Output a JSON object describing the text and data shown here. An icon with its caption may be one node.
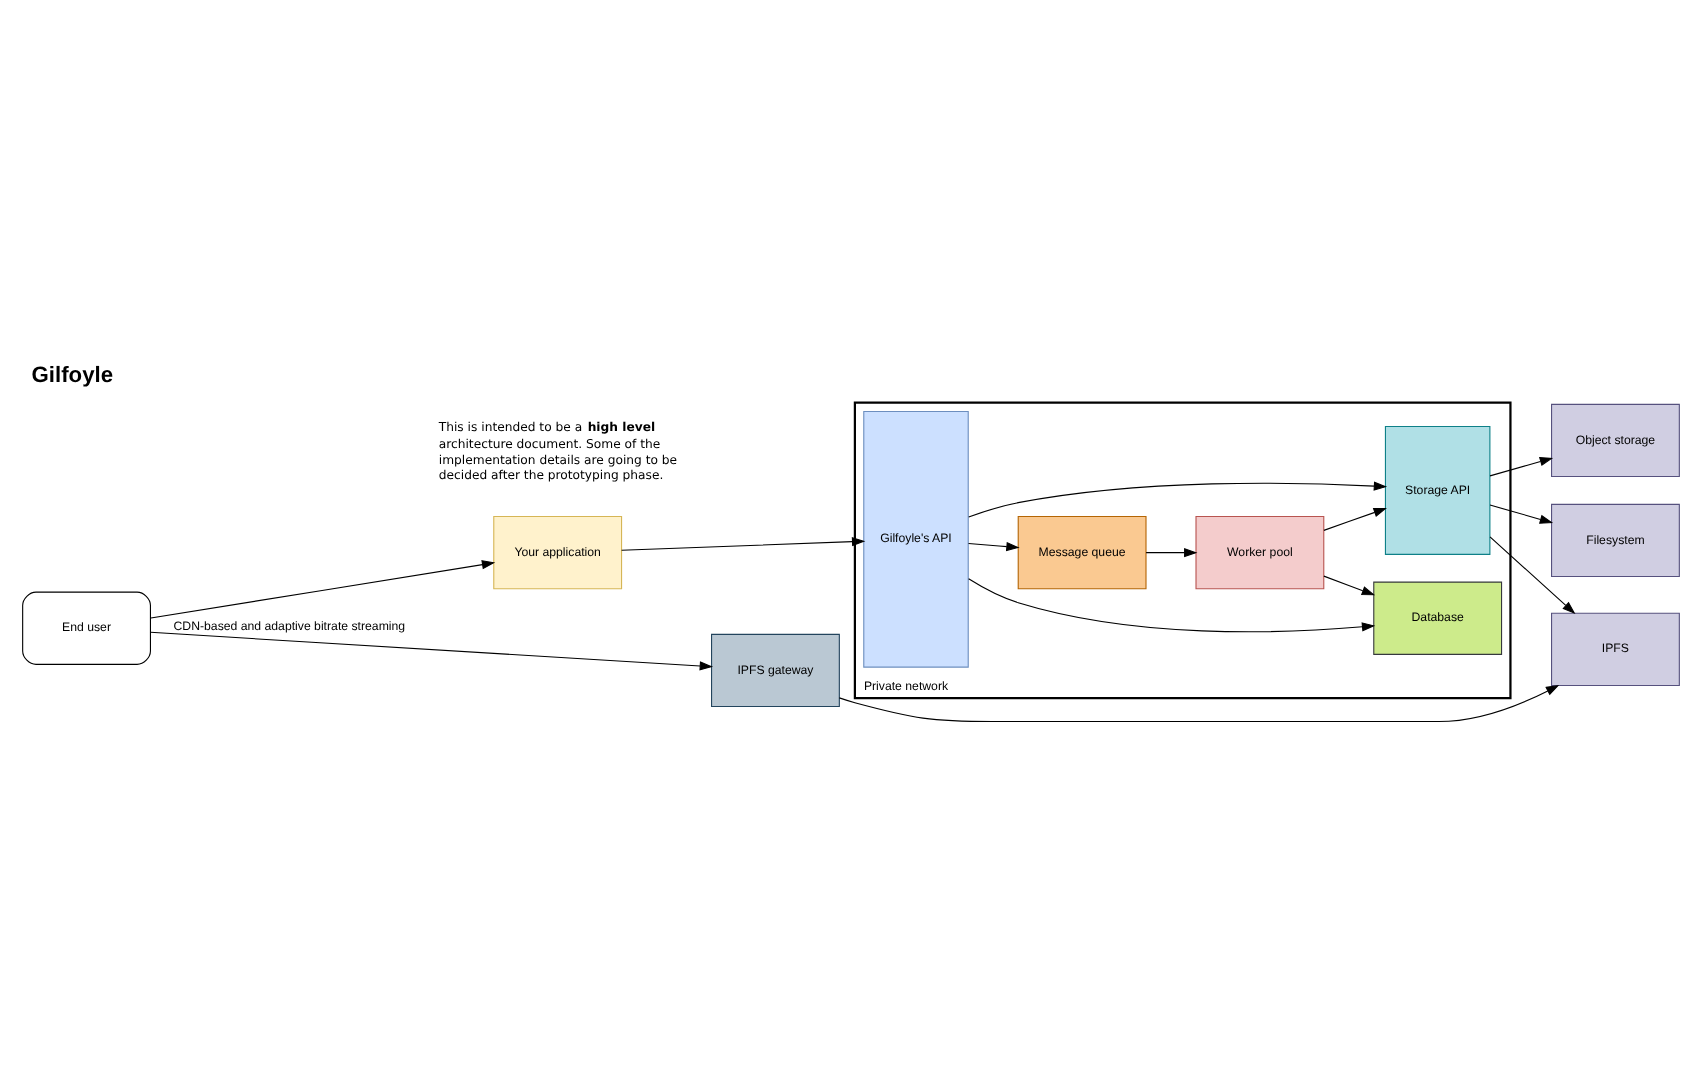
{
  "diagram": {
    "title": "Gilfoyle",
    "nodes": [
      {
        "text": [
          "Private network"
        ]
      },
      {
        "text": [
          "End user"
        ]
      },
      {
        "text": [
          "Your application"
        ]
      },
      {
        "text": [
          "Gilfoyle's API"
        ],
        "in": 0
      },
      {
        "text": [
          "Message queue"
        ],
        "in": 0
      },
      {
        "text": [
          "Worker pool"
        ],
        "in": 0
      },
      {
        "text": [
          "Database"
        ],
        "in": 0
      },
      {
        "text": [
          "Storage API"
        ],
        "in": 0
      },
      {
        "text": [
          "IPFS gateway"
        ]
      },
      {
        "text": [
          "IPFS"
        ]
      },
      {
        "text": [
          "Object storage"
        ]
      },
      {
        "text": [
          "Filesystem"
        ]
      }
    ],
    "edges": [
      {
        "from": 1,
        "to": 8,
        "arrow": "to",
        "label": "CDN-based and adaptive bitrate streaming"
      },
      {
        "from": 1,
        "to": 2,
        "arrow": "to"
      },
      {
        "from": 2,
        "to": 3,
        "arrow": "to"
      },
      {
        "from": 3,
        "to": 4,
        "arrow": "to"
      },
      {
        "from": 3,
        "to": 6,
        "arrow": "to"
      },
      {
        "from": 3,
        "to": 7,
        "arrow": "to"
      },
      {
        "from": 4,
        "to": 5,
        "arrow": "to"
      },
      {
        "from": 5,
        "to": 6,
        "arrow": "to"
      },
      {
        "from": 5,
        "to": 7,
        "arrow": "to"
      },
      {
        "from": 8,
        "to": 9,
        "arrow": "to"
      },
      {
        "from": 7,
        "to": 9,
        "arrow": "to"
      },
      {
        "from": 7,
        "to": 10,
        "arrow": "to"
      },
      {
        "from": 7,
        "to": 11,
        "arrow": "to"
      }
    ],
    "labels": [
      "This is intended to be a **high level** architecture document. Some of the implementation details are going to be decided after the prototyping phase."
    ]
  }
}
